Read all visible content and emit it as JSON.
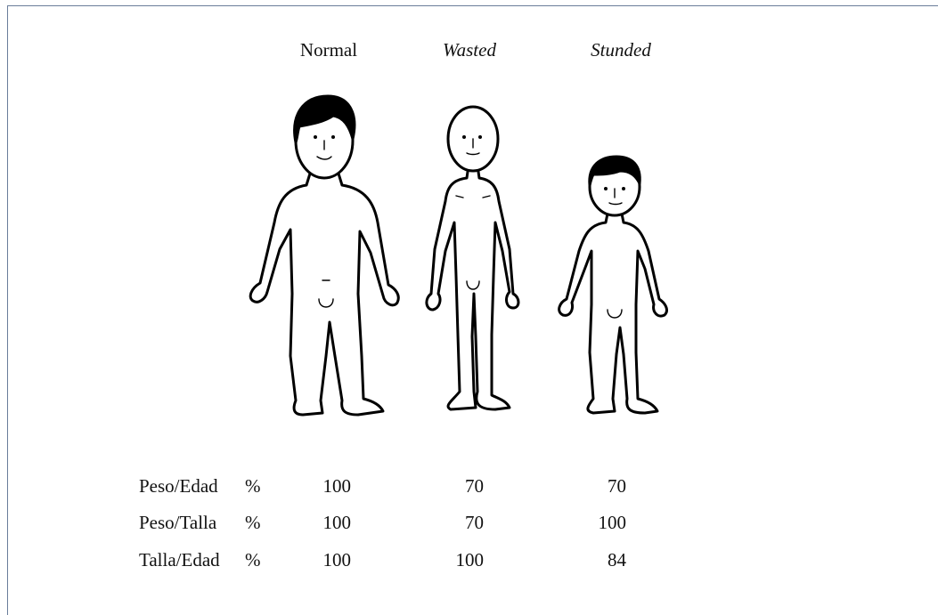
{
  "columns": [
    {
      "label": "Normal",
      "italic": false
    },
    {
      "label": "Wasted",
      "italic": true
    },
    {
      "label": "Stunded",
      "italic": true
    }
  ],
  "rows": [
    {
      "label": "Peso/Edad",
      "unit": "%",
      "values": [
        "100",
        "70",
        "70"
      ]
    },
    {
      "label": "Peso/Talla",
      "unit": "%",
      "values": [
        "100",
        "70",
        "100"
      ]
    },
    {
      "label": "Talla/Edad",
      "unit": "%",
      "values": [
        "100",
        "100",
        "84"
      ]
    }
  ]
}
